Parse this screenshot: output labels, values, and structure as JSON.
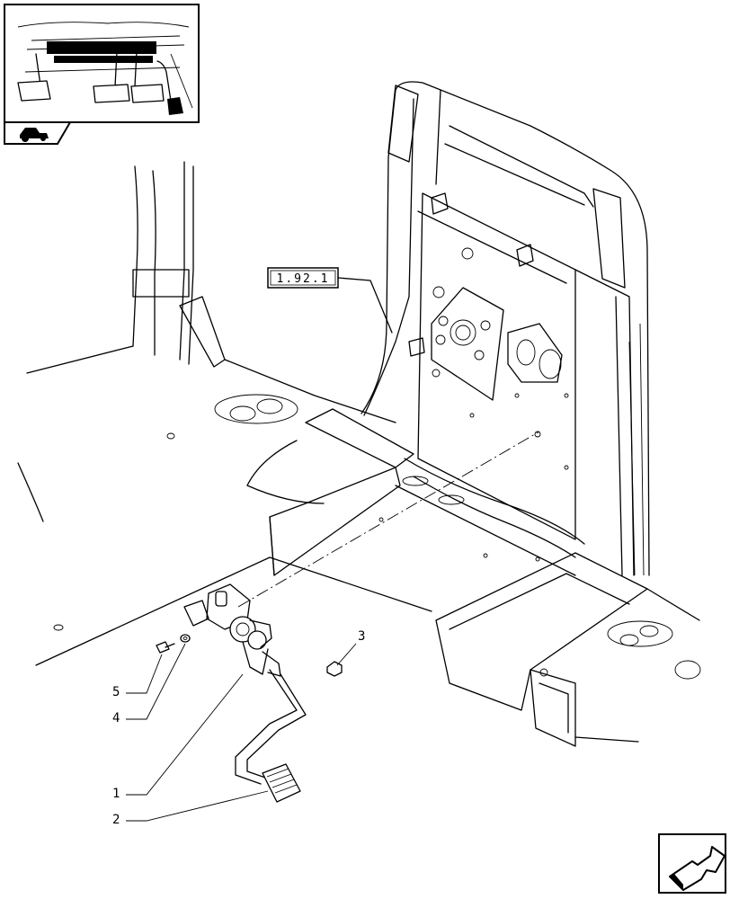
{
  "reference_label": "1.92.1",
  "callouts": [
    {
      "number": "1"
    },
    {
      "number": "2"
    },
    {
      "number": "3"
    },
    {
      "number": "4"
    },
    {
      "number": "5"
    }
  ],
  "icons": {
    "thumbnail": "pedals-locator-thumbnail-icon",
    "tractor": "tractor-icon",
    "navigate": "next-page-arrow-icon"
  }
}
